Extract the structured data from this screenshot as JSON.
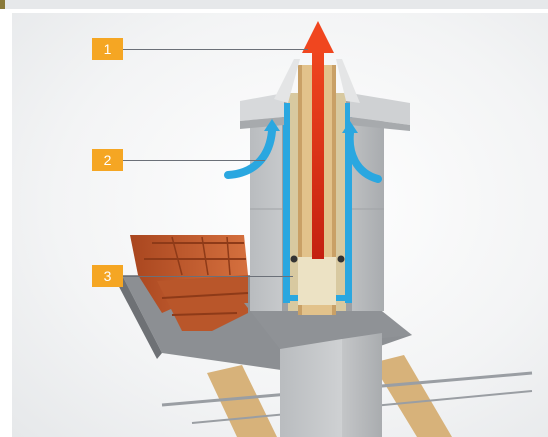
{
  "callouts": [
    {
      "label": "1",
      "target": "flue-gas-outlet"
    },
    {
      "label": "2",
      "target": "air-intake"
    },
    {
      "label": "3",
      "target": "inner-liner"
    }
  ],
  "colors": {
    "callout_bg": "#f5a623",
    "flue_gas": "#e8351e",
    "air_flow": "#2aa7e0",
    "concrete": "#c9cbcd",
    "tiles": "#c1592b",
    "insulation": "#d8c9a0"
  }
}
